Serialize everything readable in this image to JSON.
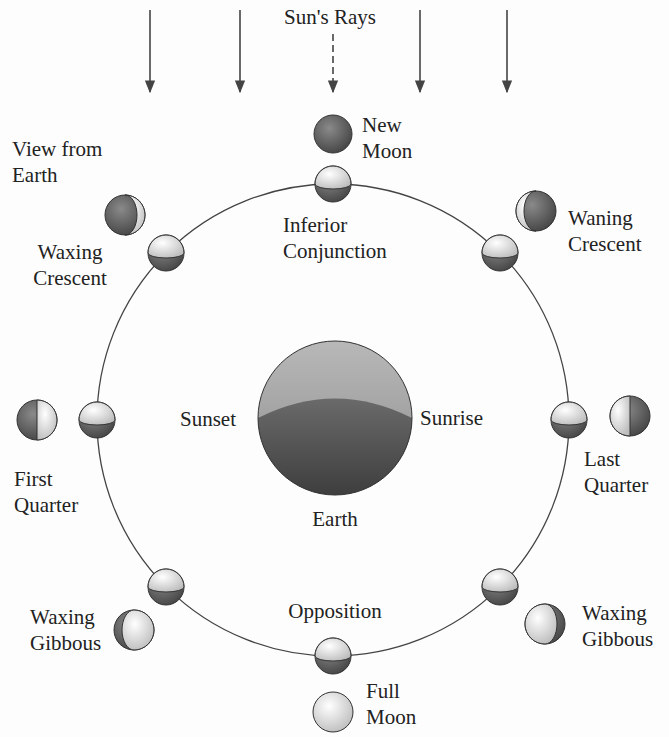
{
  "diagram": {
    "nodes": [
      {
        "text": [
          "Earth"
        ]
      }
    ],
    "labels": [
      "Sun's Rays",
      "View from Earth",
      "New Moon",
      "Inferior Conjunction",
      "Waning Crescent",
      "Waxing Crescent",
      "Sunset",
      "Sunrise",
      "First Quarter",
      "Last Quarter",
      "Waxing Gibbous",
      "Opposition",
      "Waxing Gibbous",
      "Full Moon"
    ]
  }
}
